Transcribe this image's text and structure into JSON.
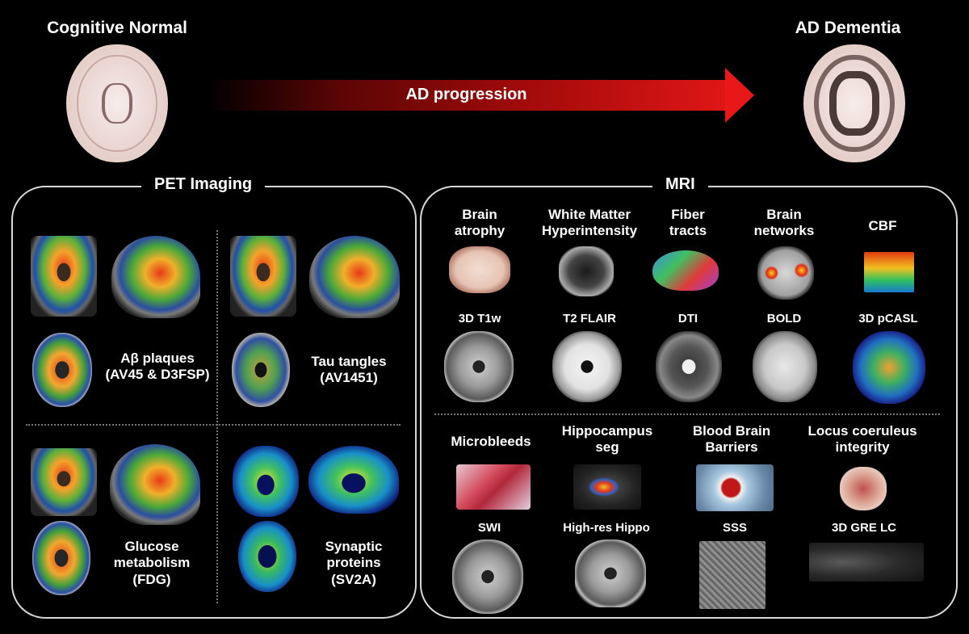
{
  "header": {
    "left_title": "Cognitive Normal",
    "right_title": "AD Dementia",
    "arrow_label": "AD progression"
  },
  "pet": {
    "title": "PET Imaging",
    "amyloid_label_line1": "Aβ plaques",
    "amyloid_label_line2": "(AV45 & D3FSP)",
    "tau_label_line1": "Tau tangles",
    "tau_label_line2": "(AV1451)",
    "fdg_label_line1": "Glucose",
    "fdg_label_line2": "metabolism",
    "fdg_label_line3": "(FDG)",
    "sv2a_label_line1": "Synaptic",
    "sv2a_label_line2": "proteins",
    "sv2a_label_line3": "(SV2A)"
  },
  "mri": {
    "title": "MRI",
    "row1": [
      {
        "feature_line1": "Brain",
        "feature_line2": "atrophy",
        "sequence": "3D T1w"
      },
      {
        "feature_line1": "White Matter",
        "feature_line2": "Hyperintensity",
        "sequence": "T2 FLAIR"
      },
      {
        "feature_line1": "Fiber",
        "feature_line2": "tracts",
        "sequence": "DTI"
      },
      {
        "feature_line1": "Brain",
        "feature_line2": "networks",
        "sequence": "BOLD"
      },
      {
        "feature_line1": "CBF",
        "feature_line2": "",
        "sequence": "3D pCASL"
      }
    ],
    "row2": [
      {
        "feature_line1": "Microbleeds",
        "feature_line2": "",
        "sequence": "SWI"
      },
      {
        "feature_line1": "Hippocampus",
        "feature_line2": "seg",
        "sequence": "High-res Hippo"
      },
      {
        "feature_line1": "Blood Brain",
        "feature_line2": "Barriers",
        "sequence": "SSS"
      },
      {
        "feature_line1": "Locus coeruleus",
        "feature_line2": "integrity",
        "sequence": "3D GRE LC"
      }
    ]
  }
}
